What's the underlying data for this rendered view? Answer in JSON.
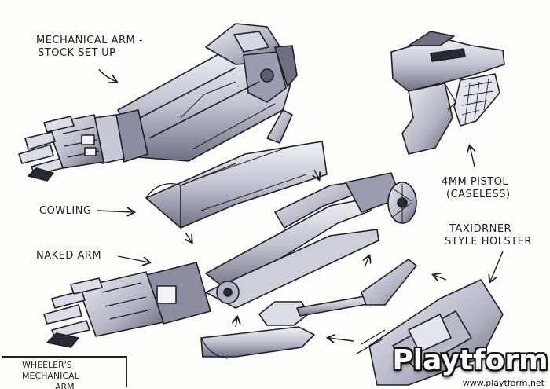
{
  "labels": {
    "stock_setup": [
      "MECHANICAL ARM -",
      "STOCK SET-UP"
    ],
    "cowling": "COWLING",
    "naked_arm": "NAKED ARM",
    "pistol": [
      "4MM PISTOL",
      "(CASELESS)"
    ],
    "holster": [
      "TAXIDRNER",
      "STYLE HOLSTER"
    ],
    "title_box": [
      "WHEELER'S MECHANICAL",
      "ARM"
    ]
  },
  "watermark": {
    "wordmark": "Playtform",
    "url": "www.playtform.net"
  },
  "colors": {
    "paper": "#fdfdfb",
    "ink": "#1e1e24",
    "metal_light": "#e4e4ec",
    "metal_mid": "#b9b9c8",
    "metal_dark": "#6f6f82",
    "shadow": "#2a2a33"
  }
}
